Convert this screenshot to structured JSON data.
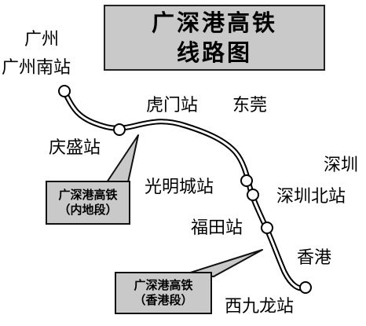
{
  "title": {
    "line1": "广深港高铁",
    "line2": "线路图"
  },
  "regions": {
    "guangzhou": "广州",
    "dongguan": "东莞",
    "shenzhen": "深圳",
    "hongkong": "香港"
  },
  "stations": {
    "guangzhou_south": "广州南站",
    "qingsheng": "庆盛站",
    "humen": "虎门站",
    "guangmingcheng": "光明城站",
    "shenzhen_north": "深圳北站",
    "futian": "福田站",
    "west_kowloon": "西九龙站"
  },
  "callouts": {
    "mainland": {
      "line1": "广深港高铁",
      "line2": "（内地段）"
    },
    "hongkong": {
      "line1": "广深港高铁",
      "line2": "（香港段）"
    }
  },
  "colors": {
    "title_bg": "#c9c9c9",
    "callout_bg": "#c9c9c9",
    "line": "#000000"
  }
}
